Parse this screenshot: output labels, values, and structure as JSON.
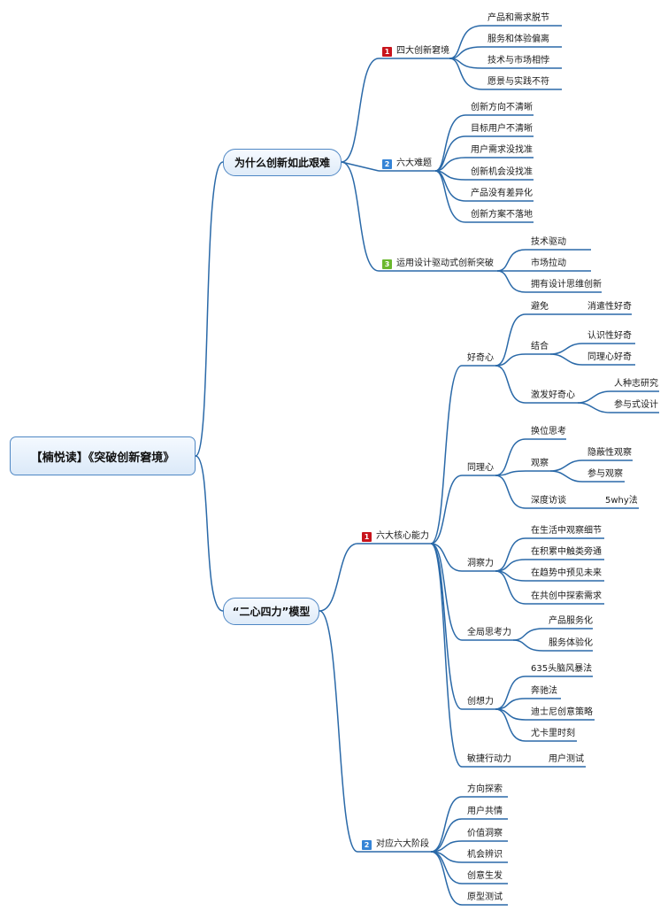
{
  "root": {
    "label": "【楠悦读】《突破创新窘境》"
  },
  "branch1": {
    "label": "为什么创新如此艰难",
    "group1": {
      "badge": "1",
      "label": "四大创新窘境",
      "items": [
        "产品和需求脱节",
        "服务和体验偏离",
        "技术与市场相悖",
        "愿景与实践不符"
      ]
    },
    "group2": {
      "badge": "2",
      "label": "六大难题",
      "items": [
        "创新方向不清晰",
        "目标用户不清晰",
        "用户需求没找准",
        "创新机会没找准",
        "产品没有差异化",
        "创新方案不落地"
      ]
    },
    "group3": {
      "badge": "3",
      "label": "运用设计驱动式创新突破",
      "items": [
        "技术驱动",
        "市场拉动",
        "拥有设计思维创新"
      ]
    }
  },
  "branch2": {
    "label": "“二心四力”模型",
    "group1": {
      "badge": "1",
      "label": "六大核心能力",
      "curiosity": {
        "label": "好奇心",
        "avoid": {
          "label": "避免",
          "items": [
            "消遣性好奇"
          ]
        },
        "combine": {
          "label": "结合",
          "items": [
            "认识性好奇",
            "同理心好奇"
          ]
        },
        "inspire": {
          "label": "激发好奇心",
          "items": [
            "人种志研究",
            "参与式设计"
          ]
        }
      },
      "empathy": {
        "label": "同理心",
        "perspective": "换位思考",
        "observe": {
          "label": "观察",
          "items": [
            "隐蔽性观察",
            "参与观察"
          ]
        },
        "interview": {
          "label": "深度访谈",
          "items": [
            "5why法"
          ]
        }
      },
      "insight": {
        "label": "洞察力",
        "items": [
          "在生活中观察细节",
          "在积累中触类旁通",
          "在趋势中预见未来",
          "在共创中探索需求"
        ]
      },
      "holistic": {
        "label": "全局思考力",
        "items": [
          "产品服务化",
          "服务体验化"
        ]
      },
      "creativity": {
        "label": "创想力",
        "items": [
          "635头脑风暴法",
          "奔驰法",
          "迪士尼创意策略",
          "尤卡里时刻"
        ]
      },
      "agile": {
        "label": "敏捷行动力",
        "items": [
          "用户测试"
        ]
      }
    },
    "group2": {
      "badge": "2",
      "label": "对应六大阶段",
      "items": [
        "方向探索",
        "用户共情",
        "价值洞察",
        "机会辨识",
        "创意生发",
        "原型测试"
      ]
    }
  },
  "colors": {
    "line": "#2a69a8",
    "node_border": "#4f87c4",
    "badge_red": "#c8141c",
    "badge_blue": "#3584d6",
    "badge_green": "#6bb82e"
  }
}
